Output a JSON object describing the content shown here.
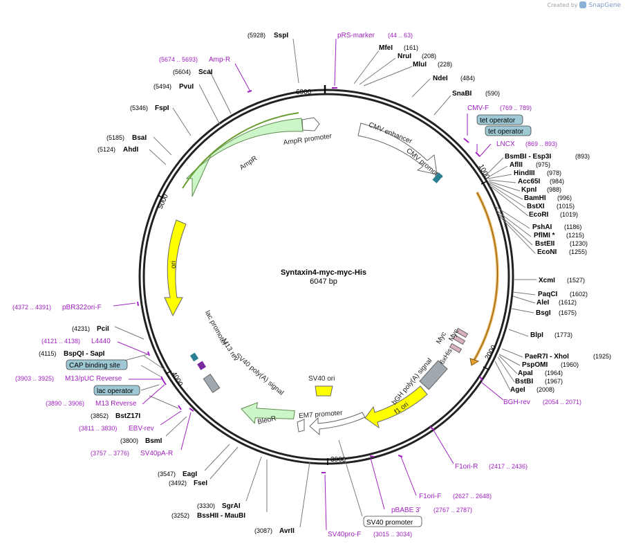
{
  "credit": {
    "prefix": "Created by",
    "brand": "SnapGene"
  },
  "plasmid": {
    "name": "Syntaxin4-myc-myc-His",
    "length": "6047 bp"
  },
  "ticks": [
    "1000",
    "2000",
    "3000",
    "4000",
    "5000",
    "6000"
  ],
  "features": [
    {
      "label": "AmpR promoter",
      "color": "#ffffff"
    },
    {
      "label": "AmpR",
      "color": "#ccf5c8"
    },
    {
      "label": "CMV enhancer",
      "color": "#ffffff"
    },
    {
      "label": "CMV promoter",
      "color": "#ffffff"
    },
    {
      "label": "ori",
      "color": "#ffff00"
    },
    {
      "label": "lac promoter",
      "color": "#ffffff"
    },
    {
      "label": "M13 rev",
      "color": "#ffffff"
    },
    {
      "label": "SV40 poly(A) signal",
      "color": "#a0a8b0"
    },
    {
      "label": "BleoR",
      "color": "#ccf5c8"
    },
    {
      "label": "EM7 promoter",
      "color": "#ffffff"
    },
    {
      "label": "SV40 ori",
      "color": "#ffff00"
    },
    {
      "label": "f1 ori",
      "color": "#ffff00"
    },
    {
      "label": "bGH poly(A) signal",
      "color": "#a0a8b0"
    },
    {
      "label": "6xHis",
      "color": "#d8b0c0"
    },
    {
      "label": "Myc",
      "color": "#d8b0c0"
    },
    {
      "label": "Myc",
      "color": "#d8b0c0"
    }
  ],
  "boxed_labels": [
    {
      "text": "tet operator"
    },
    {
      "text": "tet operator"
    },
    {
      "text": "CAP binding site"
    },
    {
      "text": "lac operator"
    },
    {
      "text": "SV40 promoter"
    }
  ],
  "enzymes": [
    {
      "name": "SspI",
      "pos": "(5928)"
    },
    {
      "name": "MfeI",
      "pos": "(161)"
    },
    {
      "name": "NruI",
      "pos": "(208)"
    },
    {
      "name": "MluI",
      "pos": "(228)"
    },
    {
      "name": "NdeI",
      "pos": "(484)"
    },
    {
      "name": "SnaBI",
      "pos": "(590)"
    },
    {
      "name": "BsmBI  - Esp3I",
      "pos": "(893)"
    },
    {
      "name": "AflII",
      "pos": "(975)"
    },
    {
      "name": "HindIII",
      "pos": "(978)"
    },
    {
      "name": "Acc65I",
      "pos": "(984)"
    },
    {
      "name": "KpnI",
      "pos": "(988)"
    },
    {
      "name": "BamHI",
      "pos": "(996)"
    },
    {
      "name": "BstXI",
      "pos": "(1015)"
    },
    {
      "name": "EcoRI",
      "pos": "(1019)"
    },
    {
      "name": "PshAI",
      "pos": "(1186)"
    },
    {
      "name": "PflMI *",
      "pos": "(1215)"
    },
    {
      "name": "BstEII",
      "pos": "(1230)"
    },
    {
      "name": "EcoNI",
      "pos": "(1255)"
    },
    {
      "name": "XcmI",
      "pos": "(1527)"
    },
    {
      "name": "PaqCI",
      "pos": "(1602)"
    },
    {
      "name": "AleI",
      "pos": "(1612)"
    },
    {
      "name": "BsgI",
      "pos": "(1675)"
    },
    {
      "name": "BlpI",
      "pos": "(1773)"
    },
    {
      "name": "PaeR7I  - XhoI",
      "pos": "(1925)"
    },
    {
      "name": "PspOMI",
      "pos": "(1960)"
    },
    {
      "name": "ApaI",
      "pos": "(1964)"
    },
    {
      "name": "BstBI",
      "pos": "(1967)"
    },
    {
      "name": "AgeI",
      "pos": "(2008)"
    },
    {
      "name": "ScaI",
      "pos": "(5604)"
    },
    {
      "name": "PvuI",
      "pos": "(5494)"
    },
    {
      "name": "FspI",
      "pos": "(5346)"
    },
    {
      "name": "BsaI",
      "pos": "(5185)"
    },
    {
      "name": "AhdI",
      "pos": "(5124)"
    },
    {
      "name": "PciI",
      "pos": "(4231)"
    },
    {
      "name": "BspQI  - SapI",
      "pos": "(4115)"
    },
    {
      "name": "BstZ17I",
      "pos": "(3852)"
    },
    {
      "name": "BsmI",
      "pos": "(3800)"
    },
    {
      "name": "EagI",
      "pos": "(3547)"
    },
    {
      "name": "FseI",
      "pos": "(3492)"
    },
    {
      "name": "SgrAI",
      "pos": "(3330)"
    },
    {
      "name": "BssHII  - MauBI",
      "pos": "(3252)"
    },
    {
      "name": "AvrII",
      "pos": "(3087)"
    }
  ],
  "primers": [
    {
      "name": "pRS-marker",
      "range": "(44 .. 63)"
    },
    {
      "name": "CMV-F",
      "range": "(769 .. 789)"
    },
    {
      "name": "LNCX",
      "range": "(869 .. 893)"
    },
    {
      "name": "BGH-rev",
      "range": "(2054 .. 2071)"
    },
    {
      "name": "F1ori-R",
      "range": "(2417 .. 2436)"
    },
    {
      "name": "F1ori-F",
      "range": "(2627 .. 2648)"
    },
    {
      "name": "pBABE 3'",
      "range": "(2767 .. 2787)"
    },
    {
      "name": "SV40pro-F",
      "range": "(3015 .. 3034)"
    },
    {
      "name": "Amp-R",
      "range": "(5674 .. 5693)"
    },
    {
      "name": "pBR322ori-F",
      "range": "(4372 .. 4391)"
    },
    {
      "name": "L4440",
      "range": "(4121 .. 4138)"
    },
    {
      "name": "M13/pUC Reverse",
      "range": "(3903 .. 3925)"
    },
    {
      "name": "M13 Reverse",
      "range": "(3890 .. 3906)"
    },
    {
      "name": "EBV-rev",
      "range": "(3811 .. 3830)"
    },
    {
      "name": "SV40pA-R",
      "range": "(3757 .. 3776)"
    }
  ]
}
